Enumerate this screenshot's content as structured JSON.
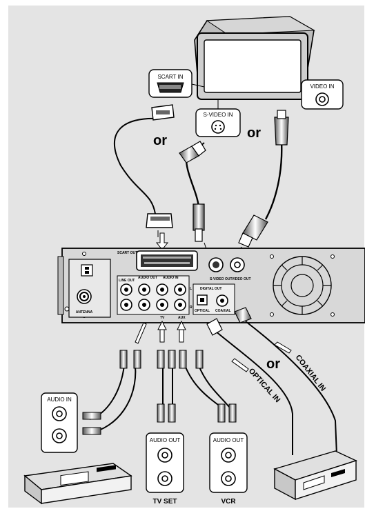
{
  "labels": {
    "scart_in": "SCART IN",
    "video_in": "VIDEO IN",
    "svideo_in": "S-VIDEO IN",
    "or1": "or",
    "or2": "or",
    "or3": "or",
    "audio_in": "AUDIO IN",
    "audio_out_tv": "AUDIO OUT",
    "audio_out_vcr": "AUDIO OUT",
    "tv_set": "TV SET",
    "vcr": "VCR",
    "optical_in": "OPTICAL IN",
    "coaxial_in": "COAXIAL IN"
  },
  "panel": {
    "scart_out": "SCART OUT",
    "audio_out": "AUDIO OUT",
    "audio_in": "AUDIO IN",
    "line_out": "LINE OUT",
    "svideo_out": "S-VIDEO OUT",
    "video_out": "VIDEO OUT",
    "digital_out": "DIGITAL OUT",
    "optical": "OPTICAL",
    "coaxial": "COAXIAL",
    "tv": "TV",
    "aux": "AUX",
    "left": "L",
    "right": "R",
    "antenna": "ANTENNA"
  },
  "colors": {
    "background": "#e4e4e4",
    "device_grey": "#c8c8c8",
    "line": "#000000"
  }
}
